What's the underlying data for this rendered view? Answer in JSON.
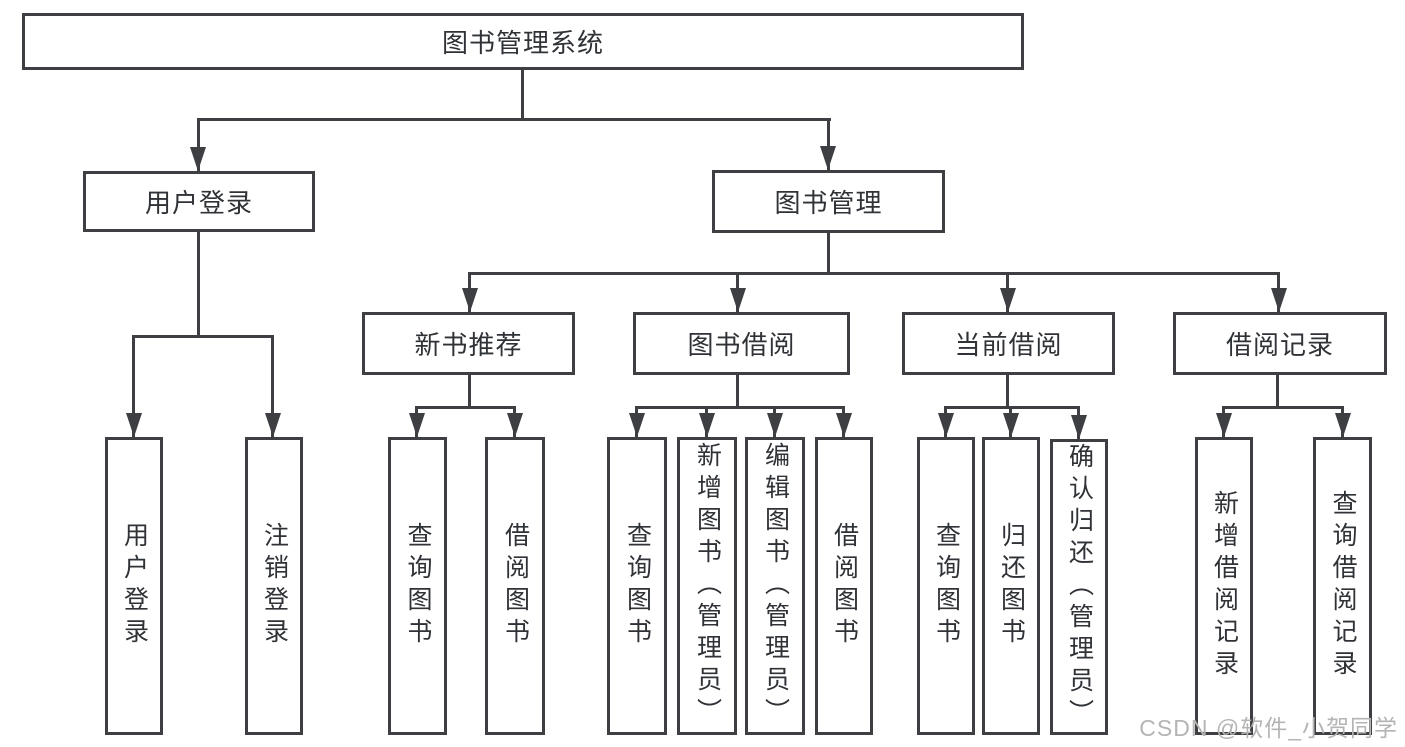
{
  "tree": {
    "label": "图书管理系统",
    "children": [
      {
        "label": "用户登录",
        "children": [
          {
            "label": "用户登录"
          },
          {
            "label": "注销登录"
          }
        ]
      },
      {
        "label": "图书管理",
        "children": [
          {
            "label": "新书推荐",
            "children": [
              {
                "label": "查询图书"
              },
              {
                "label": "借阅图书"
              }
            ]
          },
          {
            "label": "图书借阅",
            "children": [
              {
                "label": "查询图书"
              },
              {
                "label": "新增图书（管理员）"
              },
              {
                "label": "编辑图书（管理员）"
              },
              {
                "label": "借阅图书"
              }
            ]
          },
          {
            "label": "当前借阅",
            "children": [
              {
                "label": "查询图书"
              },
              {
                "label": "归还图书"
              },
              {
                "label": "确认归还（管理员）"
              }
            ]
          },
          {
            "label": "借阅记录",
            "children": [
              {
                "label": "新增借阅记录"
              },
              {
                "label": "查询借阅记录"
              }
            ]
          }
        ]
      }
    ]
  },
  "watermark": {
    "text": "CSDN @软件_小贺同学"
  },
  "colors": {
    "line": "#3d3f43",
    "text": "#2f3236",
    "watermark": "#b4b4b4",
    "background": "#ffffff"
  }
}
